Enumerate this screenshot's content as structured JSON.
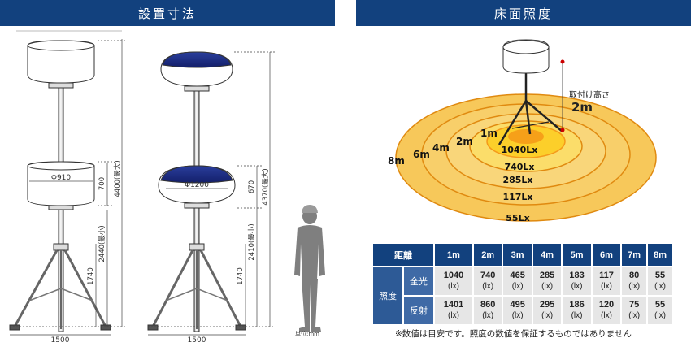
{
  "left_panel": {
    "title": "設置寸法",
    "left_fixture": {
      "diameter": "Φ910",
      "height_mid": "700",
      "height_max": "4400(最大)",
      "height_min": "2440(最小)",
      "tripod_height": "1740",
      "base_width": "1500"
    },
    "right_fixture": {
      "diameter": "Φ1200",
      "height_mid": "670",
      "height_max": "4370(最大)",
      "height_min": "2410(最小)",
      "tripod_height": "1740",
      "base_width": "1500"
    },
    "unit_label": "単位:mm"
  },
  "right_panel": {
    "title": "床面照度",
    "mount_label": "取付け高さ",
    "mount_height": "2m",
    "rings": [
      {
        "distance": "1m",
        "lux": "1040Lx"
      },
      {
        "distance": "2m",
        "lux": "740Lx"
      },
      {
        "distance": "4m",
        "lux": "285Lx"
      },
      {
        "distance": "6m",
        "lux": "117Lx"
      },
      {
        "distance": "8m",
        "lux": "55Lx"
      }
    ],
    "table": {
      "header_label": "距離",
      "distances": [
        "1m",
        "2m",
        "3m",
        "4m",
        "5m",
        "6m",
        "7m",
        "8m"
      ],
      "row_group_label": "照度",
      "unit": "(lx)",
      "rows": [
        {
          "label": "全光",
          "values": [
            "1040",
            "740",
            "465",
            "285",
            "183",
            "117",
            "80",
            "55"
          ]
        },
        {
          "label": "反射",
          "values": [
            "1401",
            "860",
            "495",
            "295",
            "186",
            "120",
            "75",
            "55"
          ]
        }
      ]
    },
    "note": "※数値は目安です。照度の数値を保証するものではありません"
  },
  "colors": {
    "header_bg": "#12417e",
    "dome_blue": "#1e2f86",
    "ring_outer": "#f7c85a",
    "ring_inner": "#f59a1a",
    "cell_bg": "#e6e6e6"
  }
}
